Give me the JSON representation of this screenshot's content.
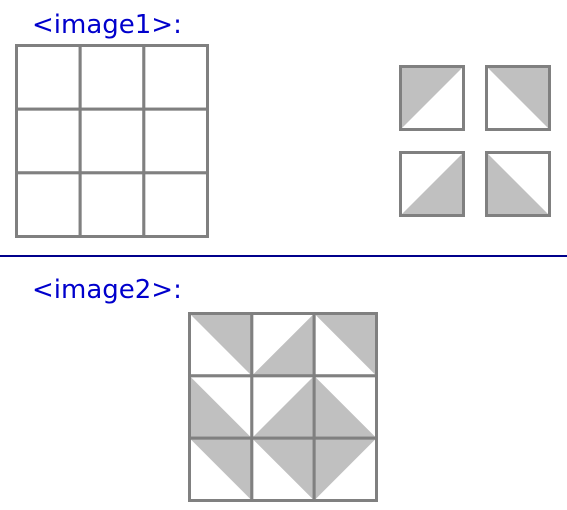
{
  "labels": {
    "image1": "<image1>:",
    "image2": "<image2>:"
  },
  "colors": {
    "label": "#0000cc",
    "divider": "#00008b",
    "grid_line": "#808080",
    "fill": "#c0c0c0",
    "background": "#ffffff"
  },
  "empty_grid": {
    "rows": 3,
    "cols": 3
  },
  "pieces": [
    {
      "shaded": "top-left"
    },
    {
      "shaded": "top-right"
    },
    {
      "shaded": "bottom-right"
    },
    {
      "shaded": "bottom-left"
    }
  ],
  "result_grid": {
    "rows": 3,
    "cols": 3,
    "cells": [
      "top-right",
      "bottom-right",
      "top-right",
      "bottom-left",
      "bottom-right",
      "bottom-left",
      "top-right",
      "top-right",
      "top-left"
    ]
  }
}
